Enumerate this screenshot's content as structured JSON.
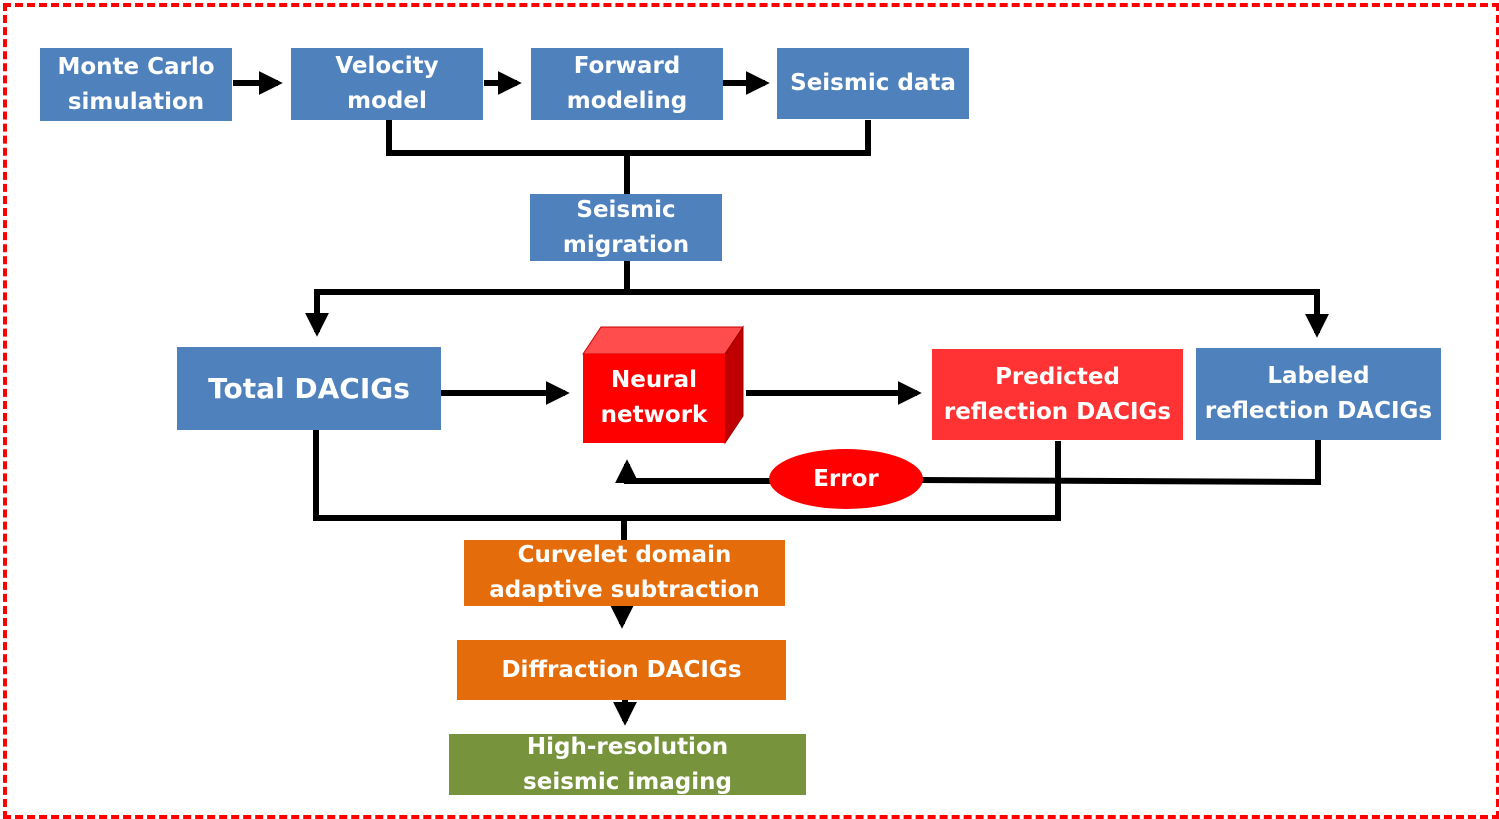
{
  "nodes": {
    "monte_carlo": "Monte Carlo\nsimulation",
    "velocity_model": "Velocity\nmodel",
    "forward_modeling": "Forward\nmodeling",
    "seismic_data": "Seismic data",
    "seismic_migration": "Seismic\nmigration",
    "total_dacigs": "Total DACIGs",
    "neural_network": "Neural\nnetwork",
    "predicted_reflection": "Predicted\nreflection DACIGs",
    "labeled_reflection": "Labeled\nreflection DACIGs",
    "error": "Error",
    "curvelet_subtraction": "Curvelet domain\nadaptive subtraction",
    "diffraction_dacigs": "Diffraction DACIGs",
    "high_res_imaging": "High-resolution\nseismic imaging"
  },
  "colors": {
    "blue_box": "#4f81bd",
    "red_box": "#ff3333",
    "nn_cube": "#ff0000",
    "orange_box": "#e46c0a",
    "green_box": "#77933c",
    "frame": "#ff0000",
    "connector": "#000000"
  },
  "edges": [
    {
      "from": "monte_carlo",
      "to": "velocity_model"
    },
    {
      "from": "velocity_model",
      "to": "forward_modeling"
    },
    {
      "from": "forward_modeling",
      "to": "seismic_data"
    },
    {
      "from": "velocity_model",
      "to": "seismic_migration"
    },
    {
      "from": "seismic_data",
      "to": "seismic_migration"
    },
    {
      "from": "seismic_migration",
      "to": "total_dacigs"
    },
    {
      "from": "seismic_migration",
      "to": "labeled_reflection"
    },
    {
      "from": "total_dacigs",
      "to": "neural_network"
    },
    {
      "from": "neural_network",
      "to": "predicted_reflection"
    },
    {
      "from": "labeled_reflection",
      "to": "error"
    },
    {
      "from": "error",
      "to": "neural_network"
    },
    {
      "from": "total_dacigs",
      "to": "curvelet_subtraction"
    },
    {
      "from": "predicted_reflection",
      "to": "curvelet_subtraction"
    },
    {
      "from": "curvelet_subtraction",
      "to": "diffraction_dacigs"
    },
    {
      "from": "diffraction_dacigs",
      "to": "high_res_imaging"
    }
  ]
}
